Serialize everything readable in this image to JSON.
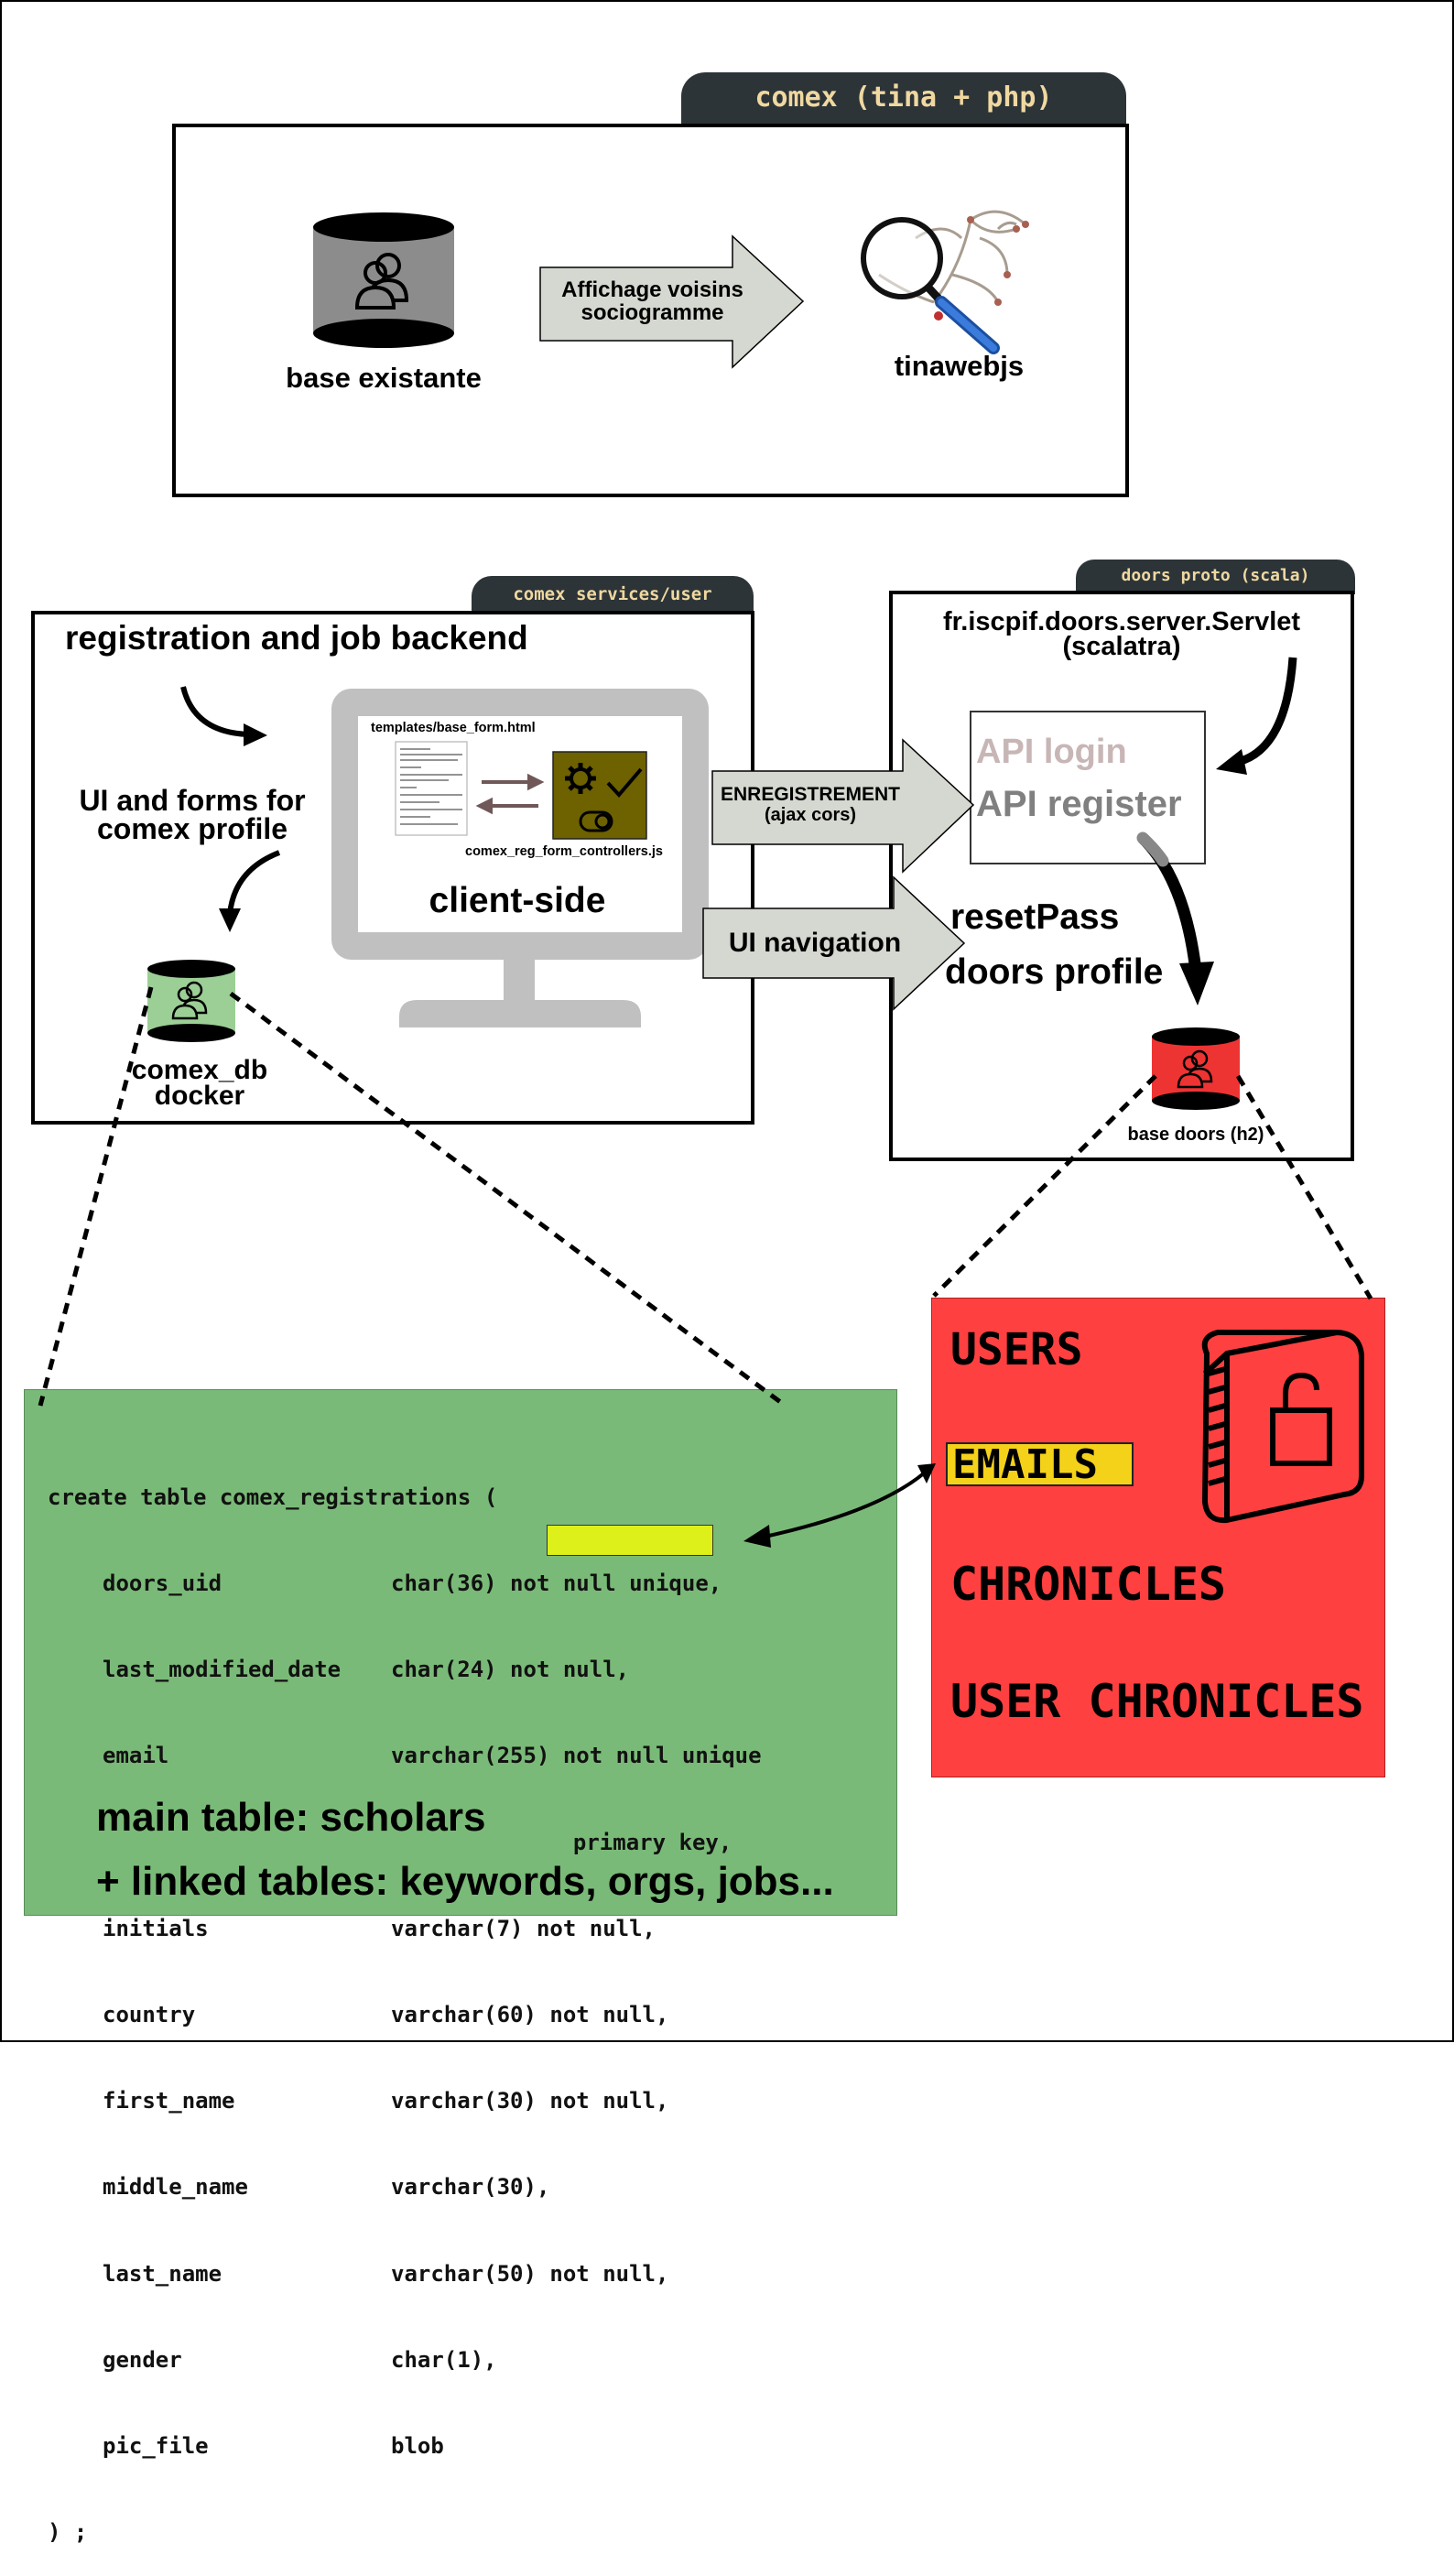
{
  "top": {
    "tab": "comex (tina + php)",
    "db_label": "base existante",
    "arrow_text": [
      "Affichage voisins",
      "sociogramme"
    ],
    "viz_label": "tinawebjs"
  },
  "services": {
    "tab": "comex services/user",
    "heading": "registration and job backend",
    "ui_text": [
      "UI and forms for",
      "comex profile"
    ],
    "template_file": "templates/base_form.html",
    "controller_file": "comex_reg_form_controllers.js",
    "client_label": "client-side",
    "db_label": [
      "comex_db",
      "docker"
    ]
  },
  "doors": {
    "tab": "doors proto (scala)",
    "servlet": [
      "fr.iscpif.doors.server.Servlet",
      "(scalatra)"
    ],
    "api_login": "API login",
    "api_register": "API register",
    "reset": "resetPass",
    "profile": "doors profile",
    "db_label": "base doors (h2)"
  },
  "arrows": {
    "register": [
      "ENREGISTREMENT",
      "(ajax cors)"
    ],
    "nav": "UI navigation"
  },
  "sql": {
    "open": "create table comex_registrations (",
    "rows": [
      {
        "name": "doors_uid",
        "type": "char(36) not null unique,"
      },
      {
        "name": "last_modified_date",
        "type": "char(24) not null,"
      },
      {
        "name": "email",
        "type": "varchar(255) not null unique"
      },
      {
        "name": "",
        "type": "  primary key,"
      },
      {
        "name": "initials",
        "type": "varchar(7) not null,"
      },
      {
        "name": "country",
        "type": "varchar(60) not null,"
      },
      {
        "name": "first_name",
        "type": "varchar(30) not null,"
      },
      {
        "name": "middle_name",
        "type": "varchar(30),"
      },
      {
        "name": "last_name",
        "type": "varchar(50) not null,"
      },
      {
        "name": "gender",
        "type": "char(1),"
      },
      {
        "name": "pic_file",
        "type": "blob"
      }
    ],
    "close": ") ;",
    "caption1": "main table: scholars",
    "caption2": "+ linked tables: keywords, orgs, jobs..."
  },
  "doors_tables": {
    "items": [
      "USERS",
      "EMAILS",
      "CHRONICLES",
      "USER CHRONICLES"
    ]
  },
  "colors": {
    "tab_bg": "#2c3438",
    "tab_text": "#f0d8a0",
    "sql_bg": "#7aba78",
    "doors_bg": "#ff4040",
    "highlight_yellow": "#f5d21a",
    "highlight_lime": "#ddf01a",
    "arrow_fill": "#d5d8d0",
    "monitor_grey": "#c0c0c0",
    "db_grey": "#8c8c8c",
    "db_green": "#9ccf96",
    "db_red": "#ee3333",
    "panel_olive": "#6d6100"
  },
  "icons": [
    "database-icon",
    "user-icon",
    "magnifier-icon",
    "network-graph-icon",
    "monitor-icon",
    "gear-icon",
    "checkmark-icon",
    "toggle-icon",
    "book-icon",
    "padlock-icon"
  ]
}
